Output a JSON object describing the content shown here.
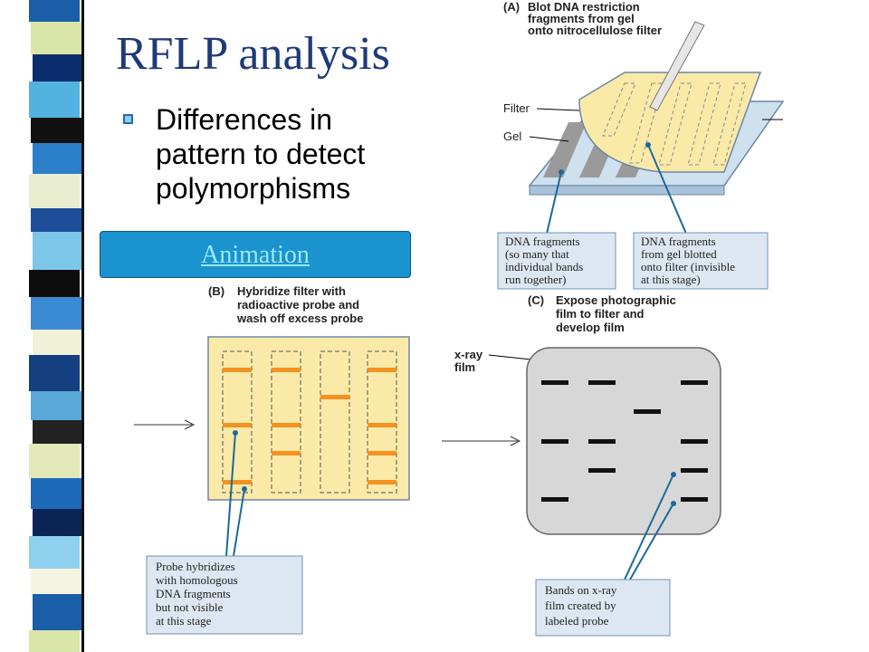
{
  "slide": {
    "title": "RFLP analysis",
    "bullet": "Differences in pattern to detect polymorphisms",
    "animation_link": "Animation"
  },
  "panel_a": {
    "caption": [
      "(A)",
      "Blot DNA restriction",
      "fragments from gel",
      "onto nitrocellulose filter"
    ],
    "label_filter": "Filter",
    "label_gel": "Gel",
    "box_left": [
      "DNA fragments",
      "(so many that",
      "individual bands",
      "run together)"
    ],
    "box_right": [
      "DNA fragments",
      "from gel blotted",
      "onto filter (invisible",
      "at this stage)"
    ]
  },
  "panel_b": {
    "caption": [
      "(B)",
      "Hybridize filter with",
      "radioactive probe and",
      "wash off excess probe"
    ],
    "box": [
      "Probe hybridizes",
      "with homologous",
      "DNA fragments",
      "but not visible",
      "at this stage"
    ]
  },
  "panel_c": {
    "caption": [
      "(C)",
      "Expose photographic",
      "film to filter and",
      "develop film"
    ],
    "label_film": [
      "x-ray",
      "film"
    ],
    "box": [
      "Bands on x-ray",
      "film created by",
      "labeled probe"
    ]
  },
  "colors": {
    "title": "#1f3a78",
    "button": "#1a93cf",
    "filter_yellow": "#fbe9a8",
    "band_orange": "#f29222",
    "film_gray": "#d7d7d7",
    "box_fill": "#dce7f1",
    "box_border": "#6f93b8"
  }
}
